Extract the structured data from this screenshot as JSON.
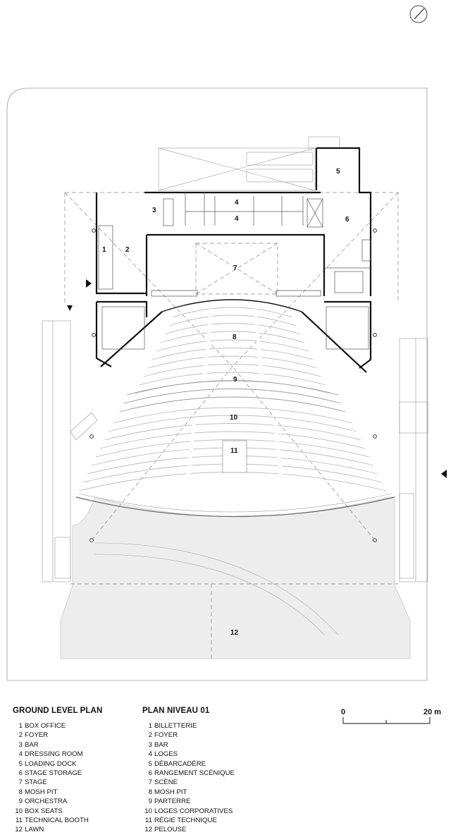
{
  "plan_labels": [
    {
      "id": "1",
      "text": "1"
    },
    {
      "id": "2",
      "text": "2"
    },
    {
      "id": "3",
      "text": "3"
    },
    {
      "id": "4a",
      "text": "4"
    },
    {
      "id": "4b",
      "text": "4"
    },
    {
      "id": "5",
      "text": "5"
    },
    {
      "id": "6",
      "text": "6"
    },
    {
      "id": "7",
      "text": "7"
    },
    {
      "id": "8",
      "text": "8"
    },
    {
      "id": "9",
      "text": "9"
    },
    {
      "id": "10",
      "text": "10"
    },
    {
      "id": "11",
      "text": "11"
    },
    {
      "id": "12",
      "text": "12"
    }
  ],
  "legend_en": {
    "title": "GROUND LEVEL PLAN",
    "items": [
      {
        "num": "1",
        "label": "BOX OFFICE"
      },
      {
        "num": "2",
        "label": "FOYER"
      },
      {
        "num": "3",
        "label": "BAR"
      },
      {
        "num": "4",
        "label": "DRESSING ROOM"
      },
      {
        "num": "5",
        "label": "LOADING DOCK"
      },
      {
        "num": "6",
        "label": "STAGE STORAGE"
      },
      {
        "num": "7",
        "label": "STAGE"
      },
      {
        "num": "8",
        "label": "MOSH PIT"
      },
      {
        "num": "9",
        "label": "ORCHESTRA"
      },
      {
        "num": "10",
        "label": "BOX SEATS"
      },
      {
        "num": "11",
        "label": "TECHNICAL BOOTH"
      },
      {
        "num": "12",
        "label": "LAWN"
      }
    ]
  },
  "legend_fr": {
    "title": "PLAN NIVEAU 01",
    "items": [
      {
        "num": "1",
        "label": "BILLETTERIE"
      },
      {
        "num": "2",
        "label": "FOYER"
      },
      {
        "num": "3",
        "label": "BAR"
      },
      {
        "num": "4",
        "label": "LOGES"
      },
      {
        "num": "5",
        "label": "DÉBARCADÈRE"
      },
      {
        "num": "6",
        "label": "RANGEMENT SCÉNIQUE"
      },
      {
        "num": "7",
        "label": "SCÈNE"
      },
      {
        "num": "8",
        "label": "MOSH PIT"
      },
      {
        "num": "9",
        "label": "PARTERRE"
      },
      {
        "num": "10",
        "label": "LOGES CORPORATIVES"
      },
      {
        "num": "11",
        "label": "RÉGIE TECHNIQUE"
      },
      {
        "num": "12",
        "label": "PELOUSE"
      }
    ]
  },
  "scale_bar": {
    "start_label": "0",
    "end_label": "20 m"
  },
  "colors": {
    "line": "#111111",
    "light_line": "#9a9a9a",
    "lawn": "#eeeeee",
    "seat": "#bdbdbd"
  },
  "icons": {
    "north": "north-arrow-icon",
    "entrance": "entrance-arrow-icon"
  }
}
